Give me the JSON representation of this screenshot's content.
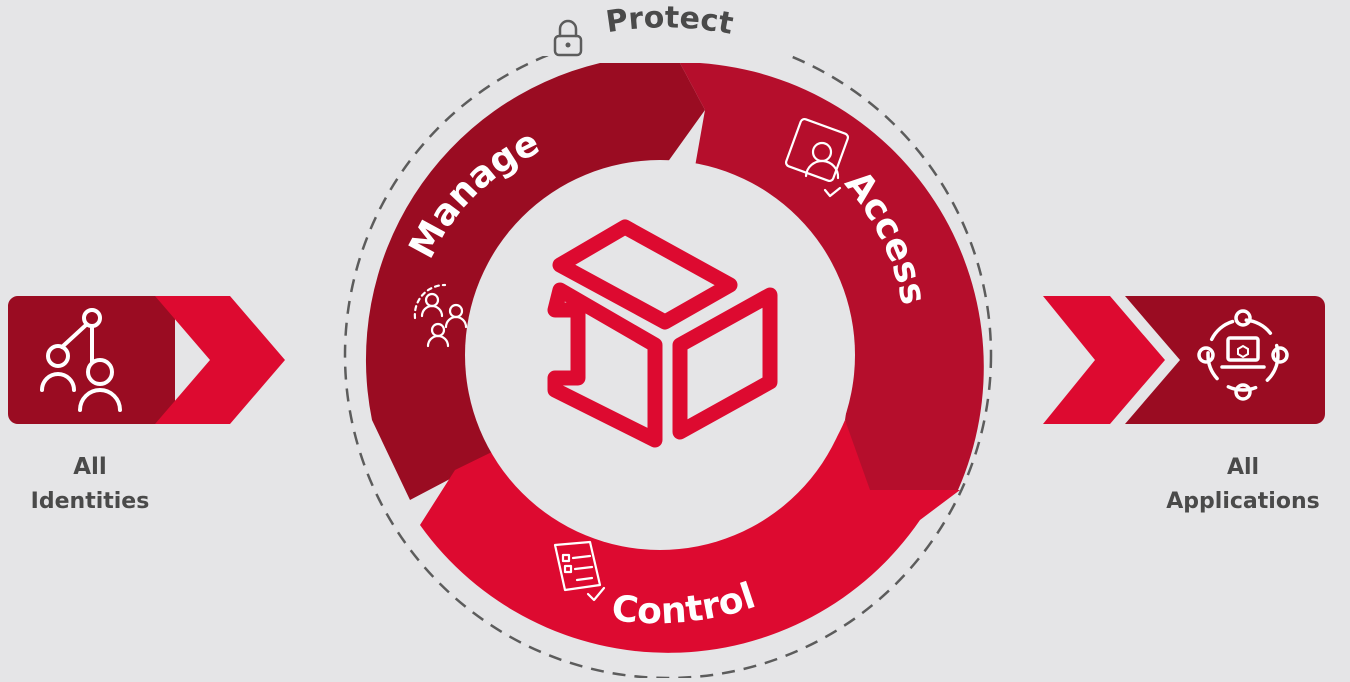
{
  "ring": {
    "protect_label": "Protect",
    "manage_label": "Manage",
    "access_label": "Access",
    "control_label": "Control"
  },
  "left": {
    "line1": "All",
    "line2": "Identities"
  },
  "right": {
    "line1": "All",
    "line2": "Applications"
  },
  "colors": {
    "background": "#e5e5e7",
    "dark_red": "#9a0c22",
    "mid_red": "#b50e2c",
    "bright_red": "#dd0a30",
    "inner_circle": "#e5e5e7",
    "text_gray": "#4a4a4a",
    "dash_gray": "#5c5c5c"
  },
  "icons": {
    "left_tile": "identities-network-icon",
    "right_tile": "applications-laptop-icon",
    "protect": "lock-icon",
    "manage": "people-cycle-icon",
    "access": "user-check-icon",
    "control": "checklist-icon",
    "center": "open-cube-icon"
  }
}
